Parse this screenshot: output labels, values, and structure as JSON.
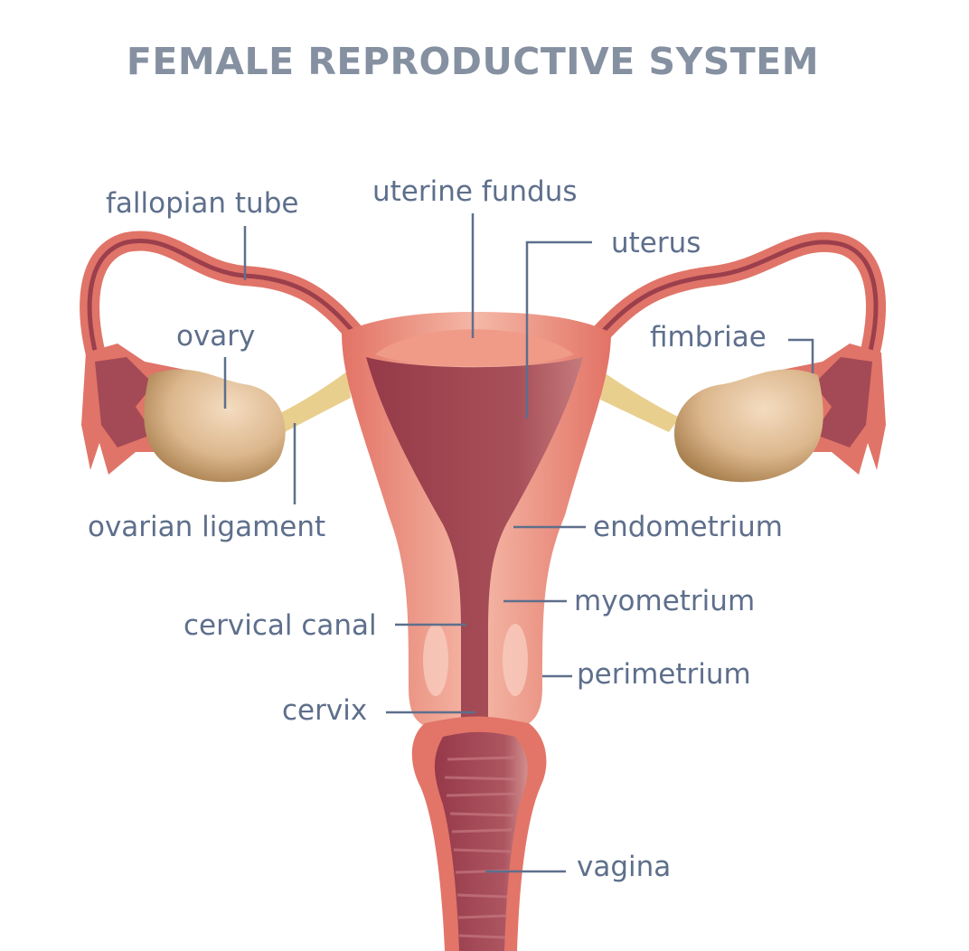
{
  "title": "FEMALE REPRODUCTIVE SYSTEM",
  "colors": {
    "title": "#8590a1",
    "label_text": "#5e6f8c",
    "leader_line": "#5e6f8c",
    "tissue_outer": "#e07468",
    "tissue_dark": "#9c3f4c",
    "tissue_light": "#f3b3a2",
    "ovary": "#d9b48a",
    "ligament": "#e9cf8e",
    "background": "#ffffff"
  },
  "labels": {
    "fallopian_tube": "fallopian tube",
    "uterine_fundus": "uterine fundus",
    "uterus": "uterus",
    "ovary": "ovary",
    "fimbriae": "fimbriae",
    "ovarian_ligament": "ovarian ligament",
    "endometrium": "endometrium",
    "myometrium": "myometrium",
    "cervical_canal": "cervical canal",
    "perimetrium": "perimetrium",
    "cervix": "cervix",
    "vagina": "vagina"
  }
}
